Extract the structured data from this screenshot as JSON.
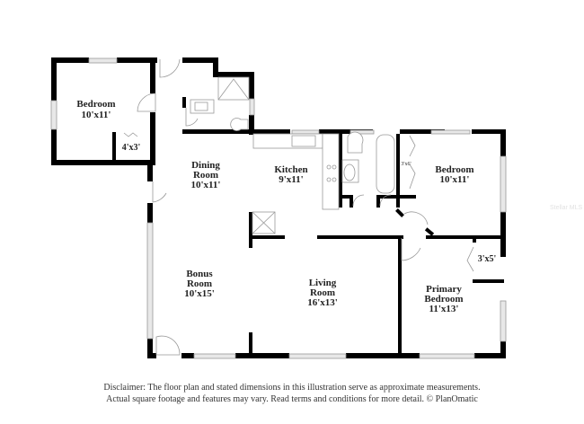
{
  "rooms": [
    {
      "id": "bedroom-1",
      "name": "Bedroom",
      "size": "10'x11'"
    },
    {
      "id": "closet-1",
      "name": "",
      "size": "4'x3'"
    },
    {
      "id": "dining-room",
      "name": "Dining Room",
      "line1": "Dining",
      "line2": "Room",
      "size": "10'x11'"
    },
    {
      "id": "kitchen",
      "name": "Kitchen",
      "size": "9'x11'"
    },
    {
      "id": "bedroom-2",
      "name": "Bedroom",
      "size": "10'x11'"
    },
    {
      "id": "closet-2",
      "name": "",
      "size": "3'x6'"
    },
    {
      "id": "bonus-room",
      "name": "Bonus Room",
      "line1": "Bonus",
      "line2": "Room",
      "size": "10'x15'"
    },
    {
      "id": "living-room",
      "name": "Living Room",
      "line1": "Living",
      "line2": "Room",
      "size": "16'x13'"
    },
    {
      "id": "primary-bedroom",
      "name": "Primary Bedroom",
      "line1": "Primary",
      "line2": "Bedroom",
      "size": "11'x13'"
    },
    {
      "id": "closet-3",
      "name": "",
      "size": "3'x5'"
    }
  ],
  "disclaimer": {
    "line1": "Disclaimer: The floor plan and stated dimensions in this illustration serve as approximate measurements.",
    "line2": "Actual square footage and features may vary. Read terms and conditions for more detail. © PlanOmatic"
  },
  "watermark": "Stellar MLS"
}
